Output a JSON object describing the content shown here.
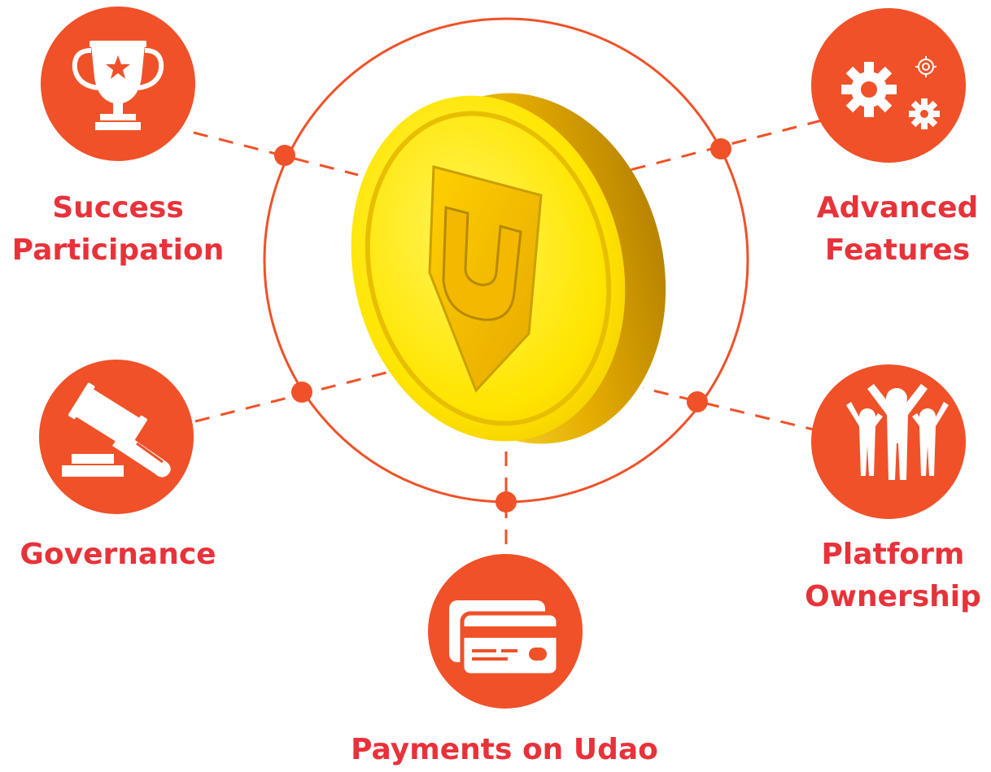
{
  "colors": {
    "accent": "#f05128",
    "label": "#e8323a",
    "coin_face": "#ffe600",
    "coin_edge": "#e0a800",
    "background": "#ffffff"
  },
  "features": [
    {
      "id": "success-participation",
      "icon": "trophy-icon",
      "lines": [
        "Success",
        "Participation"
      ]
    },
    {
      "id": "advanced-features",
      "icon": "gears-icon",
      "lines": [
        "Advanced",
        "Features"
      ]
    },
    {
      "id": "governance",
      "icon": "gavel-icon",
      "lines": [
        "Governance"
      ]
    },
    {
      "id": "platform-ownership",
      "icon": "people-icon",
      "lines": [
        "Platform",
        "Ownership"
      ]
    },
    {
      "id": "payments-on-udao",
      "icon": "credit-card-icon",
      "lines": [
        "Payments on Udao"
      ]
    }
  ],
  "center": {
    "icon": "udao-coin-icon",
    "letter": "U"
  }
}
